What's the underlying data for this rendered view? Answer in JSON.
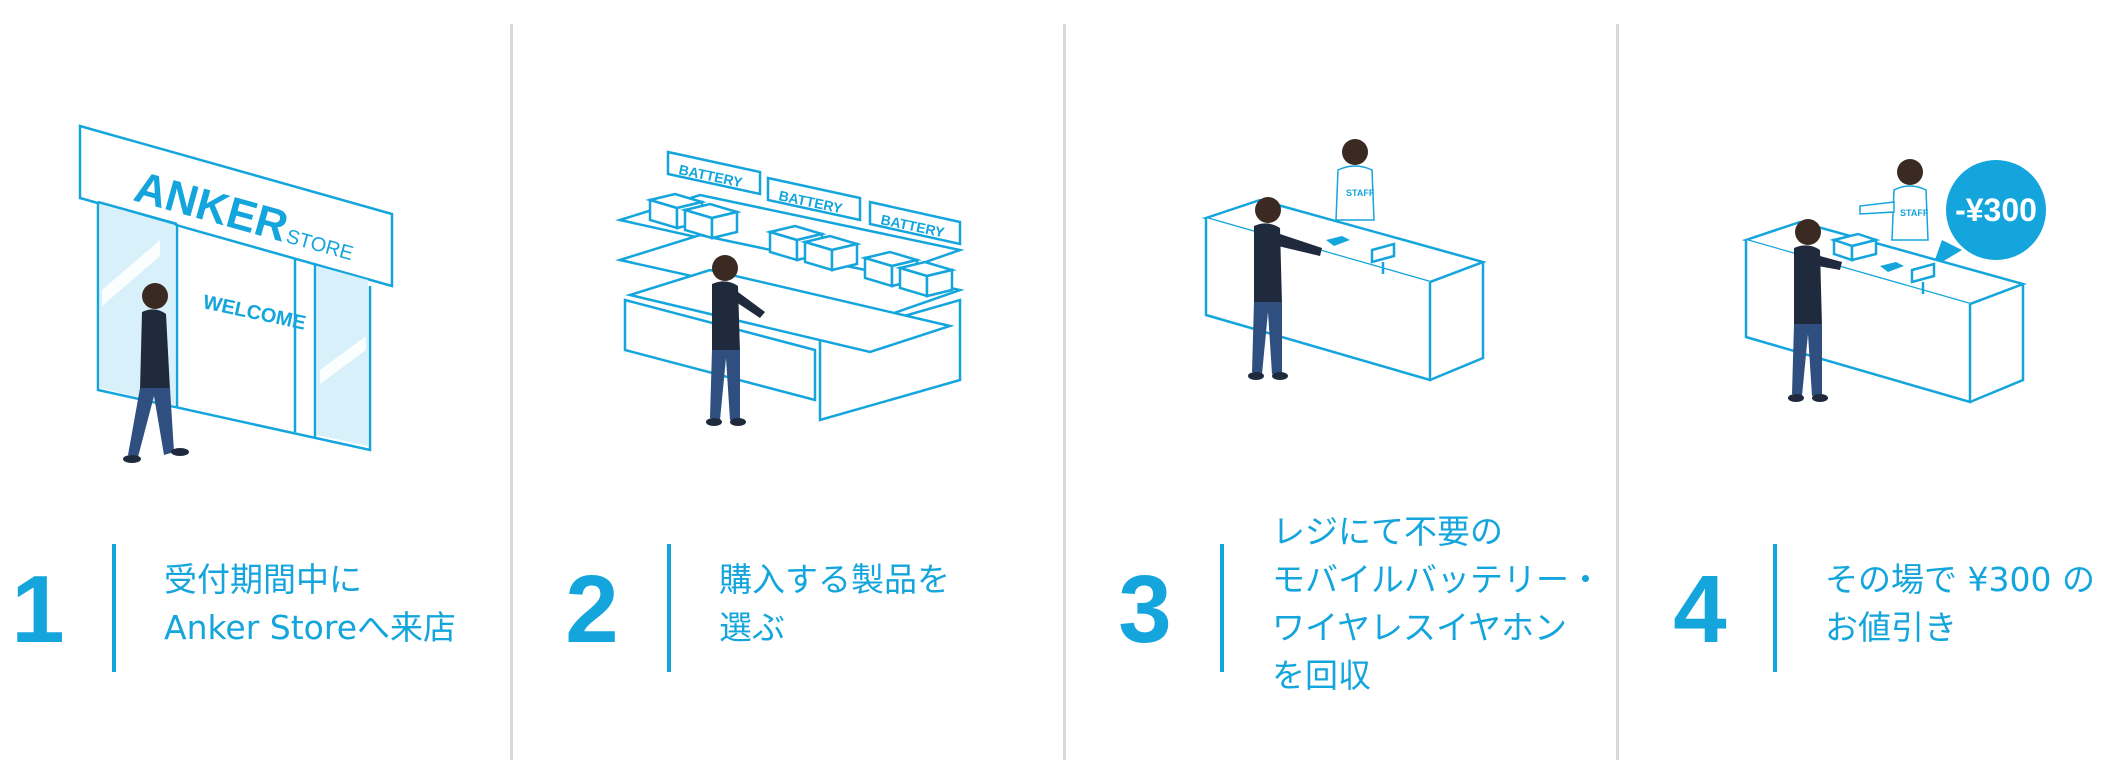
{
  "colors": {
    "accent": "#13a5dc",
    "dark": "#1f2a3d",
    "jeans": "#2f4f80",
    "divider": "#d9d9d9"
  },
  "steps": [
    {
      "number": "1",
      "lines": [
        "受付期間中に",
        "Anker Storeへ来店"
      ],
      "illustration": {
        "logo": "ANKER",
        "logo_sub": "STORE",
        "sign": "WELCOME"
      }
    },
    {
      "number": "2",
      "lines": [
        "購入する製品を",
        "選ぶ"
      ],
      "illustration": {
        "shelf_labels": [
          "BATTERY",
          "BATTERY",
          "BATTERY"
        ]
      }
    },
    {
      "number": "3",
      "lines": [
        "レジにて不要の",
        "モバイルバッテリー・",
        "ワイヤレスイヤホン",
        "を回収"
      ],
      "illustration": {
        "shirt": "STAFF"
      }
    },
    {
      "number": "4",
      "lines": [
        "その場で ¥300 の",
        "お値引き"
      ],
      "illustration": {
        "shirt": "STAFF",
        "badge": "-¥300"
      }
    }
  ]
}
